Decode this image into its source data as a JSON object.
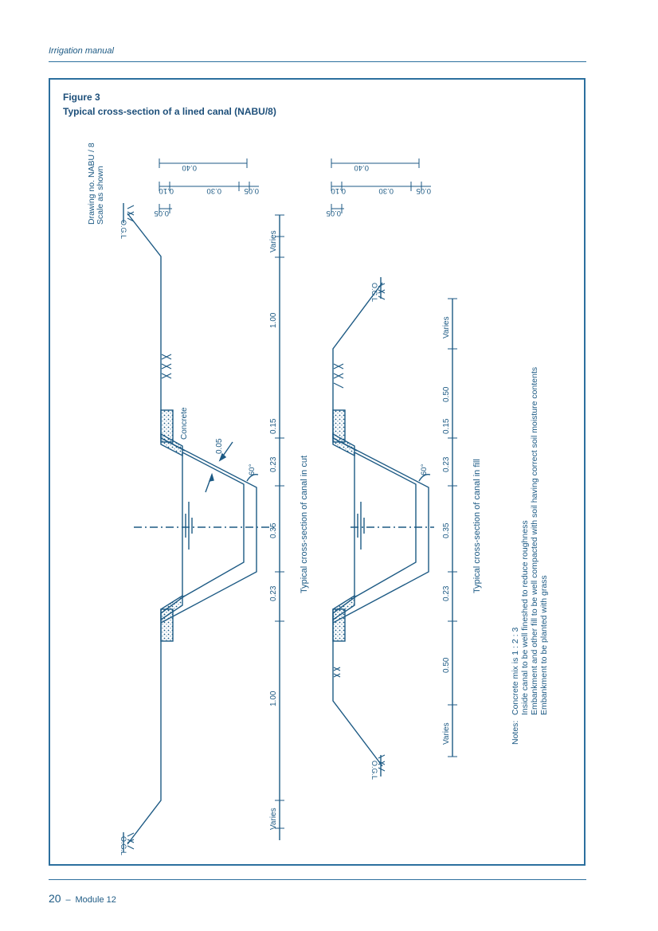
{
  "header": {
    "title": "Irrigation manual"
  },
  "figure": {
    "label": "Figure 3",
    "title": "Typical cross-section of a lined canal (NABU/8)",
    "drawing_no": "Drawing no. NABU / 8",
    "scale": "Scale as shown",
    "concrete_label": "Concrete",
    "lining_thickness": "0.05",
    "angle": "60°",
    "gl": "O.G.L",
    "cut": {
      "caption": "Typical cross-section of canal in cut",
      "dims": [
        "Varies",
        "1.00",
        "0.15",
        "0.23",
        "0.35",
        "0.23",
        "1.00",
        "Varies"
      ],
      "top_dims": {
        "d040": "0.40",
        "d010": "0.10",
        "d030": "0.30",
        "d005a": "0.05",
        "d005b": "0.05"
      }
    },
    "fill": {
      "caption": "Typical cross-section of canal in fill",
      "dims": [
        "Varies",
        "0.50",
        "0.15",
        "0.23",
        "0.35",
        "0.23",
        "0.50",
        "Varies"
      ],
      "top_dims": {
        "d040": "0.40",
        "d010": "0.10",
        "d030": "0.30",
        "d005a": "0.05",
        "d005b": "0.05"
      }
    },
    "notes": {
      "lead": "Notes:",
      "lines": [
        "Concrete mix is 1 : 2 : 3",
        "Inside canal to be well fineshed to reduce roughness",
        "Embankment and other fill to be well compacted with soil having correct soil moisture contents",
        "Embankment to be planted with grass"
      ]
    }
  },
  "footer": {
    "page": "20",
    "dash": "–",
    "module": "Module 12"
  },
  "colors": {
    "ink": "#1d5a84",
    "rule": "#2c6f9e"
  }
}
